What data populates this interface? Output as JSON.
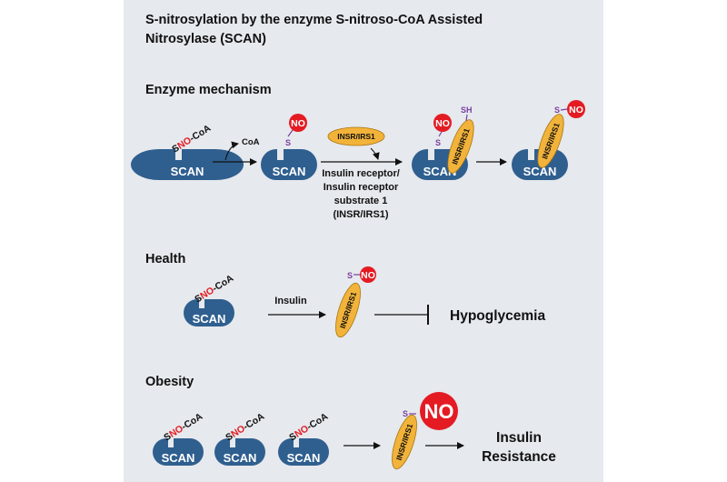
{
  "title_line1": "S-nitrosylation by the enzyme S-nitroso-CoA Assisted",
  "title_line2": "Nitrosylase (SCAN)",
  "sections": {
    "mechanism": "Enzyme mechanism",
    "health": "Health",
    "obesity": "Obesity"
  },
  "labels": {
    "scan": "SCAN",
    "s": "S",
    "no": "NO",
    "coa": "-CoA",
    "sh": "SH",
    "release_coa": "CoA",
    "insr_short": "INSR/IRS1",
    "insr_desc_1": "Insulin receptor/",
    "insr_desc_2": "Insulin receptor",
    "insr_desc_3": "substrate 1",
    "insr_desc_4": "(INSR/IRS1)",
    "insulin": "Insulin",
    "hypoglycemia": "Hypoglycemia",
    "resistance_1": "Insulin",
    "resistance_2": "Resistance"
  },
  "colors": {
    "scan_blue": "#2f5f8f",
    "insr_orange": "#f2b33a",
    "no_red": "#e41b23",
    "s_purple": "#7a3fa0",
    "background": "#e6e9ed"
  }
}
